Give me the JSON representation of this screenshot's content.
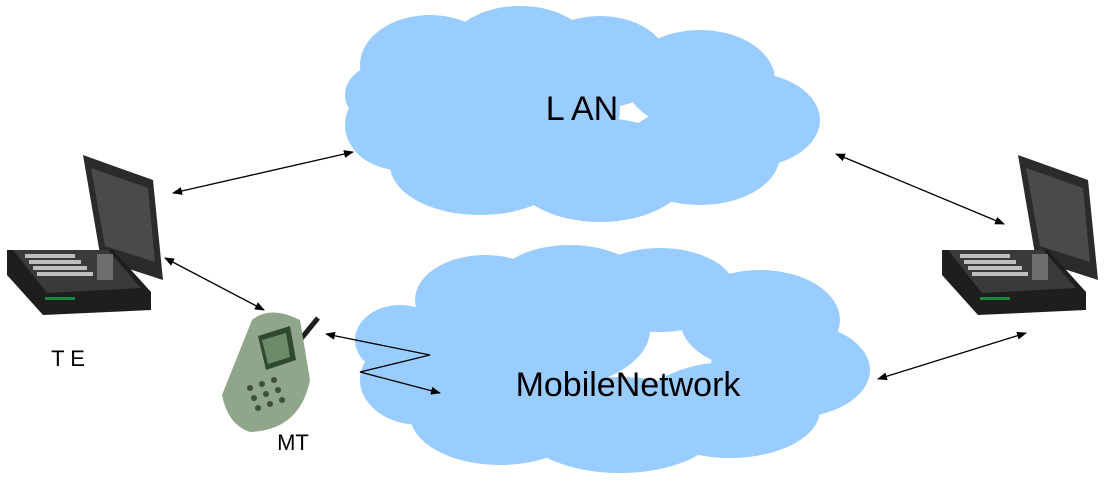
{
  "labels": {
    "lan": "L AN",
    "mobile_network": "MobileNetwork",
    "te": "T E",
    "mt": "MT"
  },
  "colors": {
    "cloud_fill": "#99ccff",
    "laptop_body": "#2b2b2b",
    "laptop_screen": "#4a4a4a",
    "phone_body": "#8fa68a",
    "arrow": "#000000"
  },
  "icons": {
    "left_laptop": "laptop-icon",
    "right_laptop": "laptop-icon",
    "phone": "mobile-phone-icon",
    "lan_cloud": "cloud-icon",
    "mobile_cloud": "cloud-icon"
  }
}
